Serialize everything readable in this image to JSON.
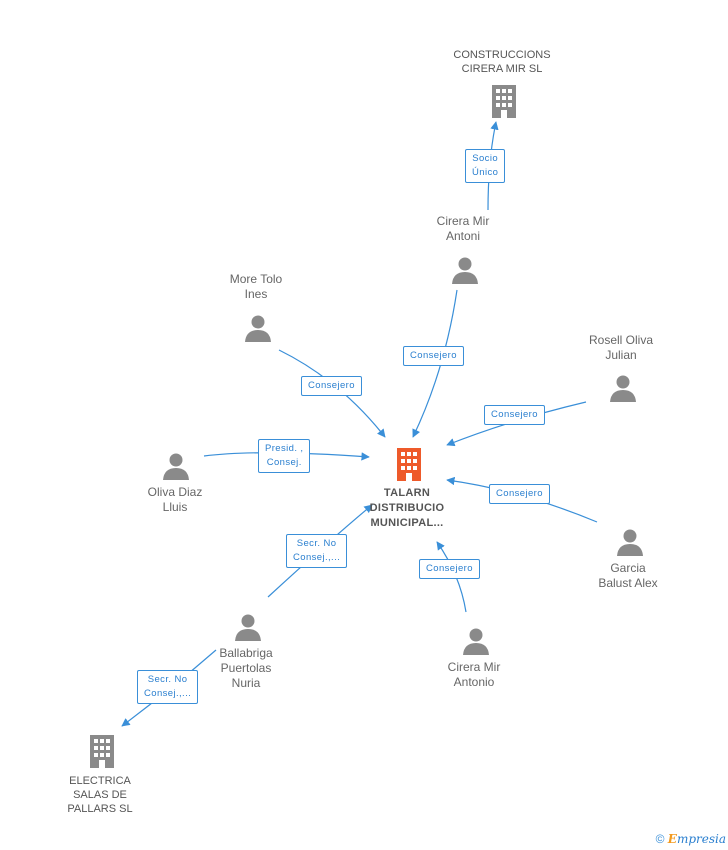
{
  "colors": {
    "edge": "#3a8fd8",
    "person": "#8a8a8a",
    "company": "#8a8a8a",
    "focus": "#ee5a2a"
  },
  "nodes": {
    "construcciones": {
      "icon": "building-icon",
      "lines": [
        "CONSTRUCCIONS",
        "CIRERA MIR SL"
      ]
    },
    "cirera_antoni": {
      "icon": "person-icon",
      "lines": [
        "Cirera Mir",
        "Antoni"
      ]
    },
    "more_tolo": {
      "icon": "person-icon",
      "lines": [
        "More Tolo",
        "Ines"
      ]
    },
    "rosell": {
      "icon": "person-icon",
      "lines": [
        "Rosell Oliva",
        "Julian"
      ]
    },
    "oliva_diaz": {
      "icon": "person-icon",
      "lines": [
        "Oliva Diaz",
        "Lluis"
      ]
    },
    "talarn": {
      "icon": "building-icon",
      "lines": [
        "TALARN",
        "DISTRIBUCIO",
        "MUNICIPAL..."
      ]
    },
    "garcia": {
      "icon": "person-icon",
      "lines": [
        "Garcia",
        "Balust Alex"
      ]
    },
    "ballabriga": {
      "icon": "person-icon",
      "lines": [
        "Ballabriga",
        "Puertolas",
        "Nuria"
      ]
    },
    "cirera_antonio": {
      "icon": "person-icon",
      "lines": [
        "Cirera Mir",
        "Antonio"
      ]
    },
    "electrica": {
      "icon": "building-icon",
      "lines": [
        "ELECTRICA",
        "SALAS DE",
        "PALLARS SL"
      ]
    }
  },
  "edges": {
    "socio": [
      "Socio",
      "Único"
    ],
    "antoni": [
      "Consejero"
    ],
    "more": [
      "Consejero"
    ],
    "rosell": [
      "Consejero"
    ],
    "oliva": [
      "Presid. ,",
      "Consej."
    ],
    "garcia": [
      "Consejero"
    ],
    "ballabriga": [
      "Secr.  No",
      "Consej.,..."
    ],
    "antonio": [
      "Consejero"
    ],
    "electrica": [
      "Secr.  No",
      "Consej.,..."
    ]
  },
  "footer": {
    "copyright": "©",
    "brand_first": "E",
    "brand_rest": "mpresia"
  }
}
